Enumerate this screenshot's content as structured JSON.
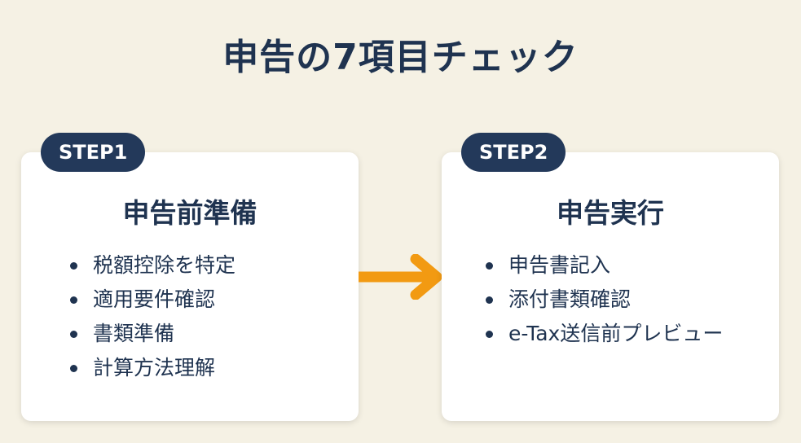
{
  "title": "申告の7項目チェック",
  "steps": [
    {
      "badge": "STEP1",
      "title": "申告前準備",
      "items": [
        "税額控除を特定",
        "適用要件確認",
        "書類準備",
        "計算方法理解"
      ]
    },
    {
      "badge": "STEP2",
      "title": "申告実行",
      "items": [
        "申告書記入",
        "添付書類確認",
        "e-Tax送信前プレビュー"
      ]
    }
  ],
  "colors": {
    "background": "#f5f1e4",
    "navy": "#23395a",
    "arrow": "#f29a12"
  }
}
